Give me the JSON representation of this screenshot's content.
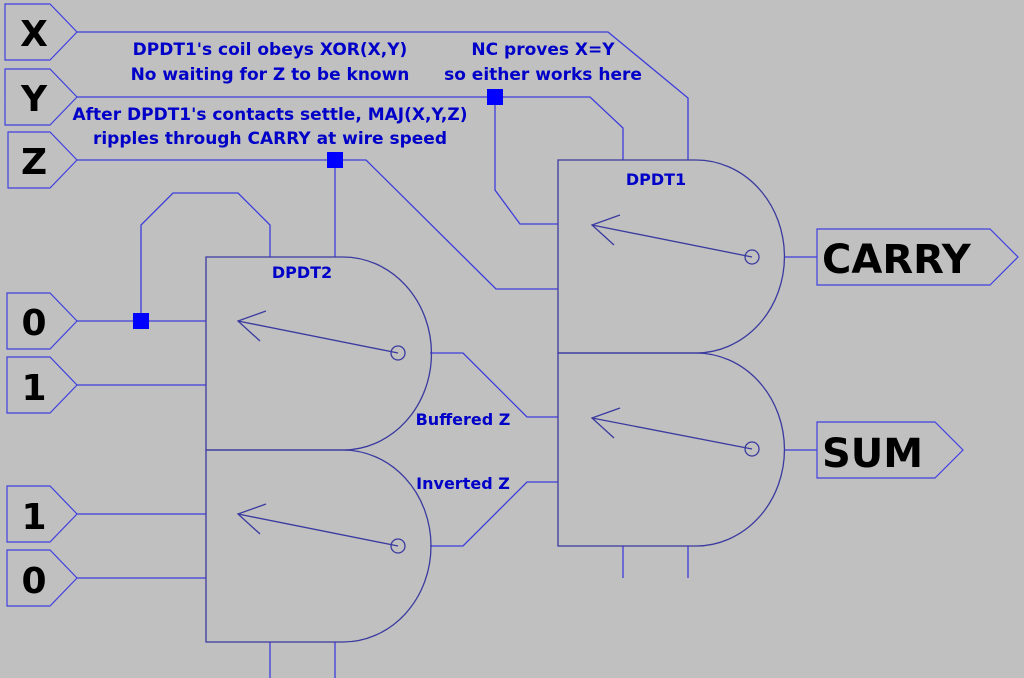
{
  "inputs": {
    "x": "X",
    "y": "Y",
    "z": "Z",
    "dpdt2_in_a": "0",
    "dpdt2_in_b": "1",
    "dpdt2_in_c": "1",
    "dpdt2_in_d": "0"
  },
  "outputs": {
    "carry": "CARRY",
    "sum": "SUM"
  },
  "components": {
    "dpdt1": "DPDT1",
    "dpdt2": "DPDT2"
  },
  "nets": {
    "buffered_z": "Buffered Z",
    "inverted_z": "Inverted Z"
  },
  "notes": {
    "coil_line1": "DPDT1's coil obeys XOR(X,Y)",
    "coil_line2": "No waiting for Z to be known",
    "nc_line1": "NC proves X=Y",
    "nc_line2": "so either works here",
    "settle_line1": "After DPDT1's contacts settle, MAJ(X,Y,Z)",
    "settle_line2": "ripples through CARRY at wire speed"
  },
  "colors": {
    "background": "#c0c0c0",
    "wire": "#3c3cdc",
    "annotation": "#0000c8",
    "junction": "#0000ff"
  }
}
